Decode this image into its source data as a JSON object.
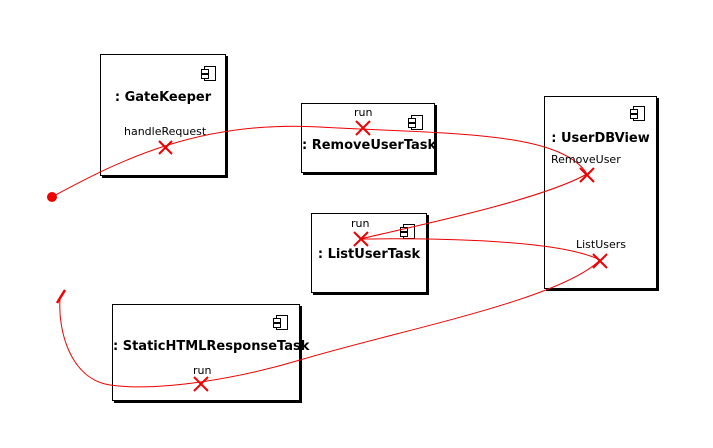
{
  "components": [
    {
      "id": "gatekeeper",
      "title": ": GateKeeper",
      "operation": "handleRequest"
    },
    {
      "id": "removeusertask",
      "title": ": RemoveUserTask",
      "operation": "run"
    },
    {
      "id": "userdbview",
      "title": ": UserDBView",
      "operations": [
        "RemoveUser",
        "ListUsers"
      ]
    },
    {
      "id": "listusertask",
      "title": ": ListUserTask",
      "operation": "run"
    },
    {
      "id": "statichtmlresponsetask",
      "title": ": StaticHTMLResponseTask",
      "operation": "run"
    }
  ],
  "colors": {
    "flow": "#ee0000",
    "border": "#000000",
    "background": "#ffffff"
  },
  "icons": {
    "component": "component-icon",
    "call": "x-marker-icon",
    "start": "start-dot-icon",
    "end": "end-tick-icon"
  }
}
